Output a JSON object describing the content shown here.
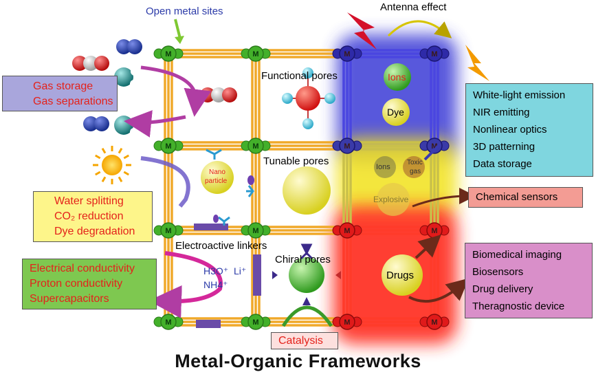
{
  "title": "Metal-Organic Frameworks",
  "metal_node_label": "M",
  "labels": {
    "open_metal_sites": "Open metal sites",
    "antenna_effect": "Antenna effect",
    "functional_pores": "Functional pores",
    "tunable_pores": "Tunable pores",
    "electroactive_linkers": "Electroactive linkers",
    "chiral_pores": "Chiral pores",
    "nano_particle_1": "Nano",
    "nano_particle_2": "particle",
    "ions_top": "Ions",
    "dye": "Dye",
    "ions_mid": "Ions",
    "toxic_gas_1": "Toxic",
    "toxic_gas_2": "gas",
    "explosive": "Explosive",
    "drugs": "Drugs",
    "ion_h3o": "H3O⁺",
    "ion_li": "Li⁺",
    "ion_nh4": "NH4⁺"
  },
  "boxes": {
    "gas": [
      "Gas storage",
      "Gas separations"
    ],
    "photocatalysis": [
      "Water splitting",
      "CO₂ reduction",
      "Dye degradation"
    ],
    "conductivity": [
      "Electrical conductivity",
      "Proton conductivity",
      "Supercapacitors"
    ],
    "optics": [
      "White-light emission",
      "NIR emitting",
      "Nonlinear optics",
      "3D patterning",
      "Data storage"
    ],
    "sensors": [
      "Chemical sensors"
    ],
    "biomedical": [
      "Biomedical imaging",
      "Biosensors",
      "Drug delivery",
      "Theragnostic device"
    ],
    "catalysis": [
      "Catalysis"
    ]
  },
  "colors": {
    "frame": "#f0a92a",
    "node": "#43b02a",
    "glow_blue": "#3b3ad6",
    "glow_yellow": "#f2e21c",
    "glow_red": "#ff2a1a",
    "box_gas": "#a9a6dc",
    "box_yellow": "#fdf58a",
    "box_green": "#7ec850",
    "box_cyan": "#7fd6df",
    "box_salmon": "#f39c94",
    "box_pink": "#d98fc9",
    "red_text": "#e4221b",
    "blue_text": "#2b3aa8",
    "arrow_purple": "#b03da3"
  }
}
